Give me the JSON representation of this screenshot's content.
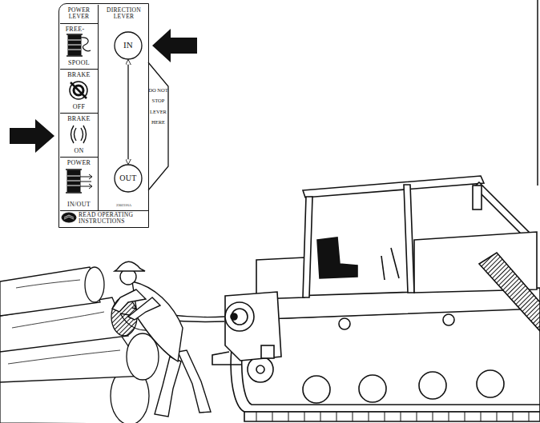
{
  "diagram": {
    "nodes": [
      {
        "text": [
          "READ OPERATING INSTRUCTIONS"
        ]
      },
      {
        "text": [
          "POWER LEVER"
        ],
        "in": 0
      },
      {
        "text": [
          "FREE-",
          "SPOOL"
        ],
        "in": 1
      },
      {
        "text": [
          "BRAKE",
          "OFF"
        ],
        "in": 1
      },
      {
        "text": [
          "BRAKE",
          "ON"
        ],
        "in": 1
      },
      {
        "text": [
          "POWER",
          "IN/OUT"
        ],
        "in": 1
      },
      {
        "text": [
          "DIRECTION LEVER",
          "2302316A"
        ],
        "in": 0
      },
      {
        "text": [
          "IN"
        ],
        "in": 6
      },
      {
        "text": [
          "OUT"
        ],
        "in": 6
      },
      {
        "text": [
          "DO NOT STOP LEVER HERE"
        ]
      }
    ],
    "edges": [
      {
        "from": 7,
        "to": 8,
        "arrow": "both"
      }
    ]
  }
}
